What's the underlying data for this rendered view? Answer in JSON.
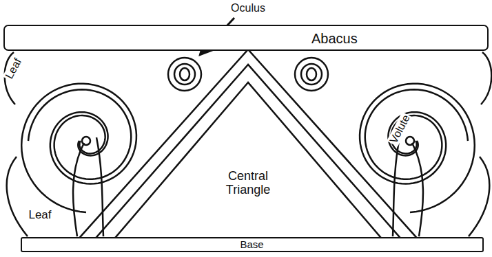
{
  "diagram": {
    "nodes": [
      {
        "text": [
          "Abacus"
        ]
      },
      {
        "text": [
          "Central Triangle"
        ]
      },
      {
        "text": [
          "Base"
        ]
      }
    ],
    "labels": [
      "Oculus",
      "Leaf",
      "Volute",
      "Leaf"
    ]
  }
}
